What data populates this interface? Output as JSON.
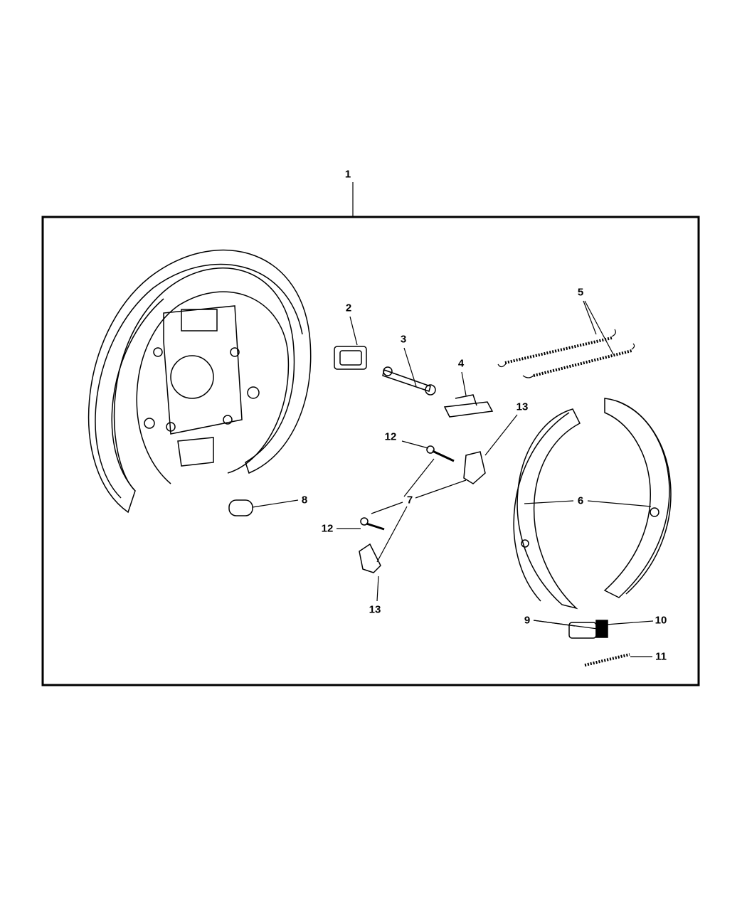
{
  "diagram": {
    "callouts": [
      {
        "id": "c1",
        "label": "1"
      },
      {
        "id": "c2",
        "label": "2"
      },
      {
        "id": "c3",
        "label": "3"
      },
      {
        "id": "c4",
        "label": "4"
      },
      {
        "id": "c5",
        "label": "5"
      },
      {
        "id": "c6",
        "label": "6"
      },
      {
        "id": "c7",
        "label": "7"
      },
      {
        "id": "c8",
        "label": "8"
      },
      {
        "id": "c9",
        "label": "9"
      },
      {
        "id": "c10",
        "label": "10"
      },
      {
        "id": "c11",
        "label": "11"
      },
      {
        "id": "c12a",
        "label": "12"
      },
      {
        "id": "c12b",
        "label": "12"
      },
      {
        "id": "c13a",
        "label": "13"
      },
      {
        "id": "c13b",
        "label": "13"
      }
    ]
  }
}
